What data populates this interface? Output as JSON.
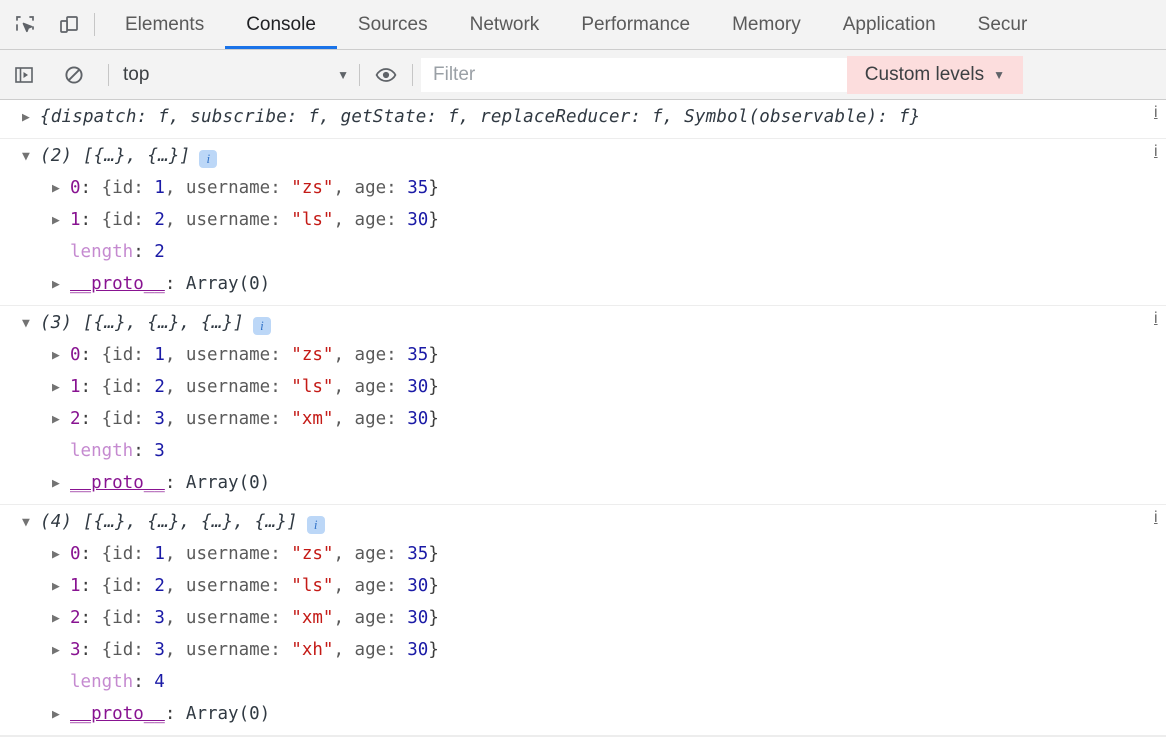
{
  "devtools": {
    "left_icons": [
      {
        "name": "inspect-element-icon",
        "label": "Inspect element"
      },
      {
        "name": "device-toolbar-icon",
        "label": "Toggle device toolbar"
      }
    ],
    "tabs": [
      {
        "label": "Elements",
        "active": false
      },
      {
        "label": "Console",
        "active": true
      },
      {
        "label": "Sources",
        "active": false
      },
      {
        "label": "Network",
        "active": false
      },
      {
        "label": "Performance",
        "active": false
      },
      {
        "label": "Memory",
        "active": false
      },
      {
        "label": "Application",
        "active": false
      },
      {
        "label": "Secur",
        "active": false
      }
    ],
    "active_tab_accent": "#1a73e8"
  },
  "toolbar": {
    "sidebar_icon": "show-console-sidebar-icon",
    "clear_icon": "clear-console-icon",
    "context": "top",
    "context_caret": "▼",
    "eye_icon": "live-expression-eye-icon",
    "filter_placeholder": "Filter",
    "filter_value": "",
    "levels_label": "Custom levels",
    "levels_caret": "▼",
    "levels_bg": "#fcdddd"
  },
  "console": {
    "messages": [
      {
        "id": "msg-store",
        "expanded": false,
        "arrow": "▶",
        "preview": "{dispatch: f, subscribe: f, getState: f, replaceReducer: f, Symbol(observable): f}",
        "source": "i",
        "badge": null,
        "children": []
      },
      {
        "id": "msg-array-2",
        "expanded": true,
        "arrow": "▼",
        "preview": "(2) [{…}, {…}]",
        "badge": "i",
        "source": "i",
        "children": [
          {
            "arrow": "▶",
            "index": "0",
            "id": "1",
            "username": "zs",
            "age": "35"
          },
          {
            "arrow": "▶",
            "index": "1",
            "id": "2",
            "username": "ls",
            "age": "30"
          }
        ],
        "length_label": "length",
        "length_value": "2",
        "proto_label": "__proto__",
        "proto_value": "Array(0)"
      },
      {
        "id": "msg-array-3",
        "expanded": true,
        "arrow": "▼",
        "preview": "(3) [{…}, {…}, {…}]",
        "badge": "i",
        "source": "i",
        "children": [
          {
            "arrow": "▶",
            "index": "0",
            "id": "1",
            "username": "zs",
            "age": "35"
          },
          {
            "arrow": "▶",
            "index": "1",
            "id": "2",
            "username": "ls",
            "age": "30"
          },
          {
            "arrow": "▶",
            "index": "2",
            "id": "3",
            "username": "xm",
            "age": "30"
          }
        ],
        "length_label": "length",
        "length_value": "3",
        "proto_label": "__proto__",
        "proto_value": "Array(0)"
      },
      {
        "id": "msg-array-4",
        "expanded": true,
        "arrow": "▼",
        "preview": "(4) [{…}, {…}, {…}, {…}]",
        "badge": "i",
        "source": "i",
        "children": [
          {
            "arrow": "▶",
            "index": "0",
            "id": "1",
            "username": "zs",
            "age": "35"
          },
          {
            "arrow": "▶",
            "index": "1",
            "id": "2",
            "username": "ls",
            "age": "30"
          },
          {
            "arrow": "▶",
            "index": "2",
            "id": "3",
            "username": "xm",
            "age": "30"
          },
          {
            "arrow": "▶",
            "index": "3",
            "id": "3",
            "username": "xh",
            "age": "30"
          }
        ],
        "length_label": "length",
        "length_value": "4",
        "proto_label": "__proto__",
        "proto_value": "Array(0)"
      }
    ],
    "tokens": {
      "obj_open": "{id: ",
      "sep_username": ", username: ",
      "sep_age": ", age: ",
      "obj_close": "}",
      "colon": ": ",
      "quote": "\""
    }
  },
  "prompt": {
    "chevron": "❯",
    "value": ""
  }
}
